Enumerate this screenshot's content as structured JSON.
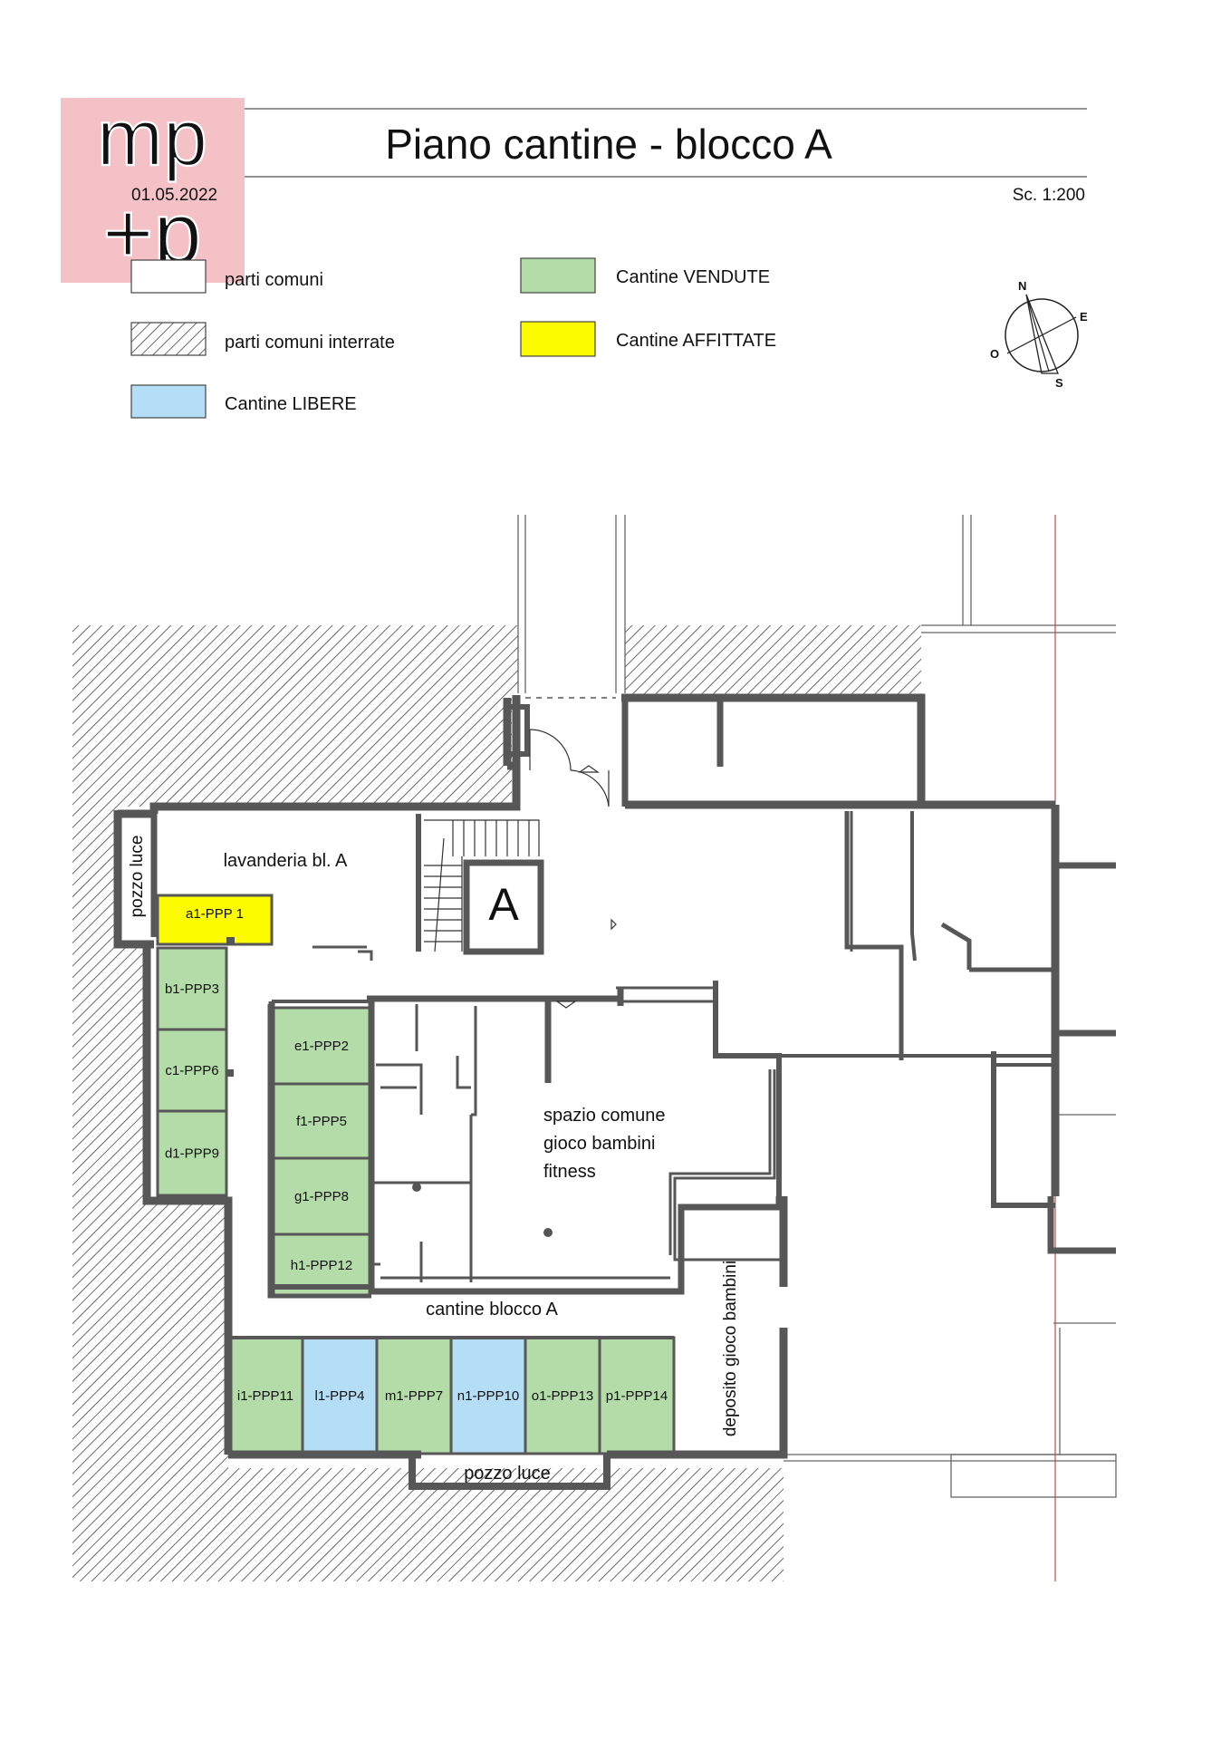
{
  "title": "Piano cantine - blocco A",
  "date": "01.05.2022",
  "scale": "Sc. 1:200",
  "logo": {
    "top": "mp",
    "bottom": "+p"
  },
  "colors": {
    "logo_bg": "#f4c2c6",
    "common": "#ffffff",
    "free": "#b3def5",
    "sold": "#b3dca8",
    "rented": "#fdfb00",
    "wall": "#575757"
  },
  "legend": {
    "common": "parti comuni",
    "common_underground": "parti comuni interrate",
    "free": "Cantine LIBERE",
    "sold": "Cantine VENDUTE",
    "rented": "Cantine AFFITTATE"
  },
  "compass": {
    "n": "N",
    "e": "E",
    "s": "S",
    "o": "O"
  },
  "rooms": {
    "pozzo_luce_left": "pozzo luce",
    "lavanderia": "lavanderia bl. A",
    "stair_letter": "A",
    "spazio_line1": "spazio comune",
    "spazio_line2": "gioco bambini",
    "spazio_line3": "fitness",
    "corridor": "cantine blocco A",
    "deposito": "deposito gioco bambini",
    "pozzo_luce_bottom": "pozzo luce"
  },
  "cellars": [
    {
      "id": "a1",
      "label": "a1-PPP 1",
      "status": "rented"
    },
    {
      "id": "b1",
      "label": "b1-PPP3",
      "status": "sold"
    },
    {
      "id": "c1",
      "label": "c1-PPP6",
      "status": "sold"
    },
    {
      "id": "d1",
      "label": "d1-PPP9",
      "status": "sold"
    },
    {
      "id": "e1",
      "label": "e1-PPP2",
      "status": "sold"
    },
    {
      "id": "f1",
      "label": "f1-PPP5",
      "status": "sold"
    },
    {
      "id": "g1",
      "label": "g1-PPP8",
      "status": "sold"
    },
    {
      "id": "h1",
      "label": "h1-PPP12",
      "status": "sold"
    },
    {
      "id": "i1",
      "label": "i1-PPP11",
      "status": "sold"
    },
    {
      "id": "l1",
      "label": "l1-PPP4",
      "status": "free"
    },
    {
      "id": "m1",
      "label": "m1-PPP7",
      "status": "sold"
    },
    {
      "id": "n1",
      "label": "n1-PPP10",
      "status": "free"
    },
    {
      "id": "o1",
      "label": "o1-PPP13",
      "status": "sold"
    },
    {
      "id": "p1",
      "label": "p1-PPP14",
      "status": "sold"
    }
  ]
}
